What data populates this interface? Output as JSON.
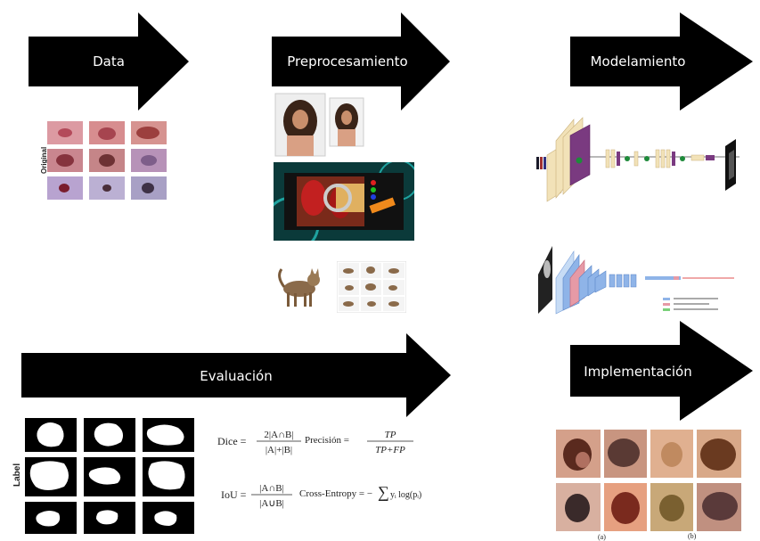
{
  "stages": {
    "data": "Data",
    "preprocessing": "Preprocesamiento",
    "modeling": "Modelamiento",
    "evaluation": "Evaluación",
    "implementation": "Implementación"
  },
  "data_panel": {
    "row_label": "Original"
  },
  "evaluation_panel": {
    "row_label": "Label",
    "formulas": {
      "dice_lhs": "Dice =",
      "precision_lhs": "Precisión =",
      "iou_lhs": "IoU =",
      "ce_lhs": "Cross-Entropy = −",
      "ce_rhs": "yᵢ log(pᵢ)"
    }
  },
  "implementation_panel": {
    "caption_a": "(a)",
    "caption_b": "(b)"
  },
  "colors": {
    "arrow": "#000000",
    "arrow_text": "#ffffff",
    "skin_lesion_bg": "#d99aa6",
    "mask_bg": "#000000",
    "mask_fg": "#ffffff"
  }
}
